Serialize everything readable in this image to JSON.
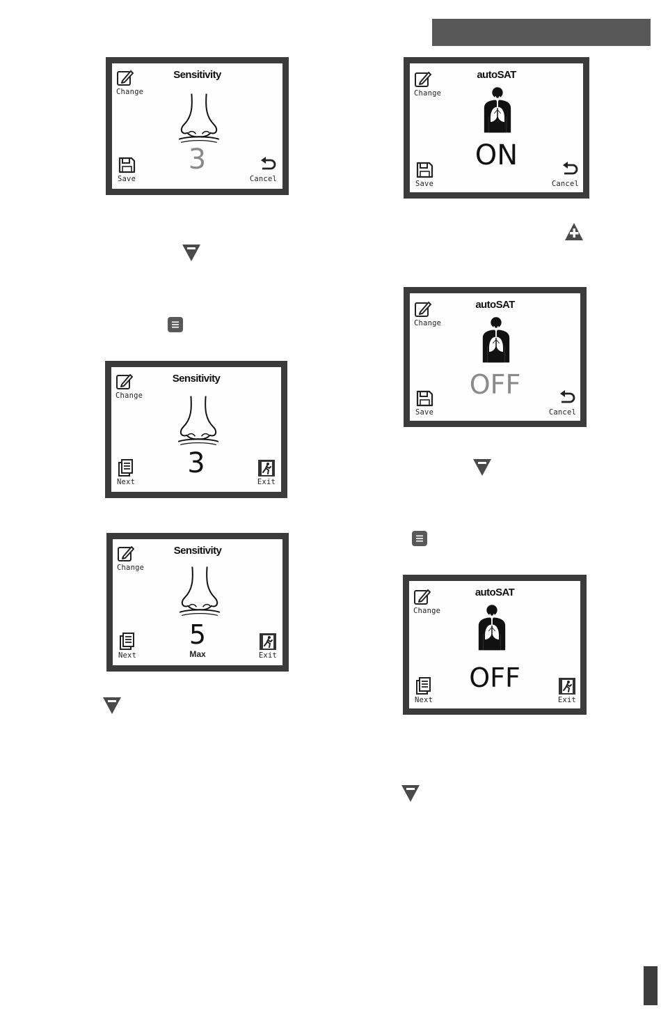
{
  "screens": {
    "s1": {
      "title": "Sensitivity",
      "change": "Change",
      "value": "3",
      "left": "Save",
      "right": "Cancel"
    },
    "s2": {
      "title": "Sensitivity",
      "change": "Change",
      "value": "3",
      "left": "Next",
      "right": "Exit"
    },
    "s3": {
      "title": "Sensitivity",
      "change": "Change",
      "value": "5",
      "sub": "Max",
      "left": "Next",
      "right": "Exit"
    },
    "s4": {
      "title": "autoSAT",
      "change": "Change",
      "value": "ON",
      "left": "Save",
      "right": "Cancel"
    },
    "s5": {
      "title": "autoSAT",
      "change": "Change",
      "value": "OFF",
      "left": "Save",
      "right": "Cancel"
    },
    "s6": {
      "title": "autoSAT",
      "change": "Change",
      "value": "OFF",
      "left": "Next",
      "right": "Exit"
    }
  },
  "colors": {
    "frame": "#3b3b3b",
    "header": "#585858",
    "pending_value": "#8a8a8a",
    "set_value": "#111111"
  }
}
